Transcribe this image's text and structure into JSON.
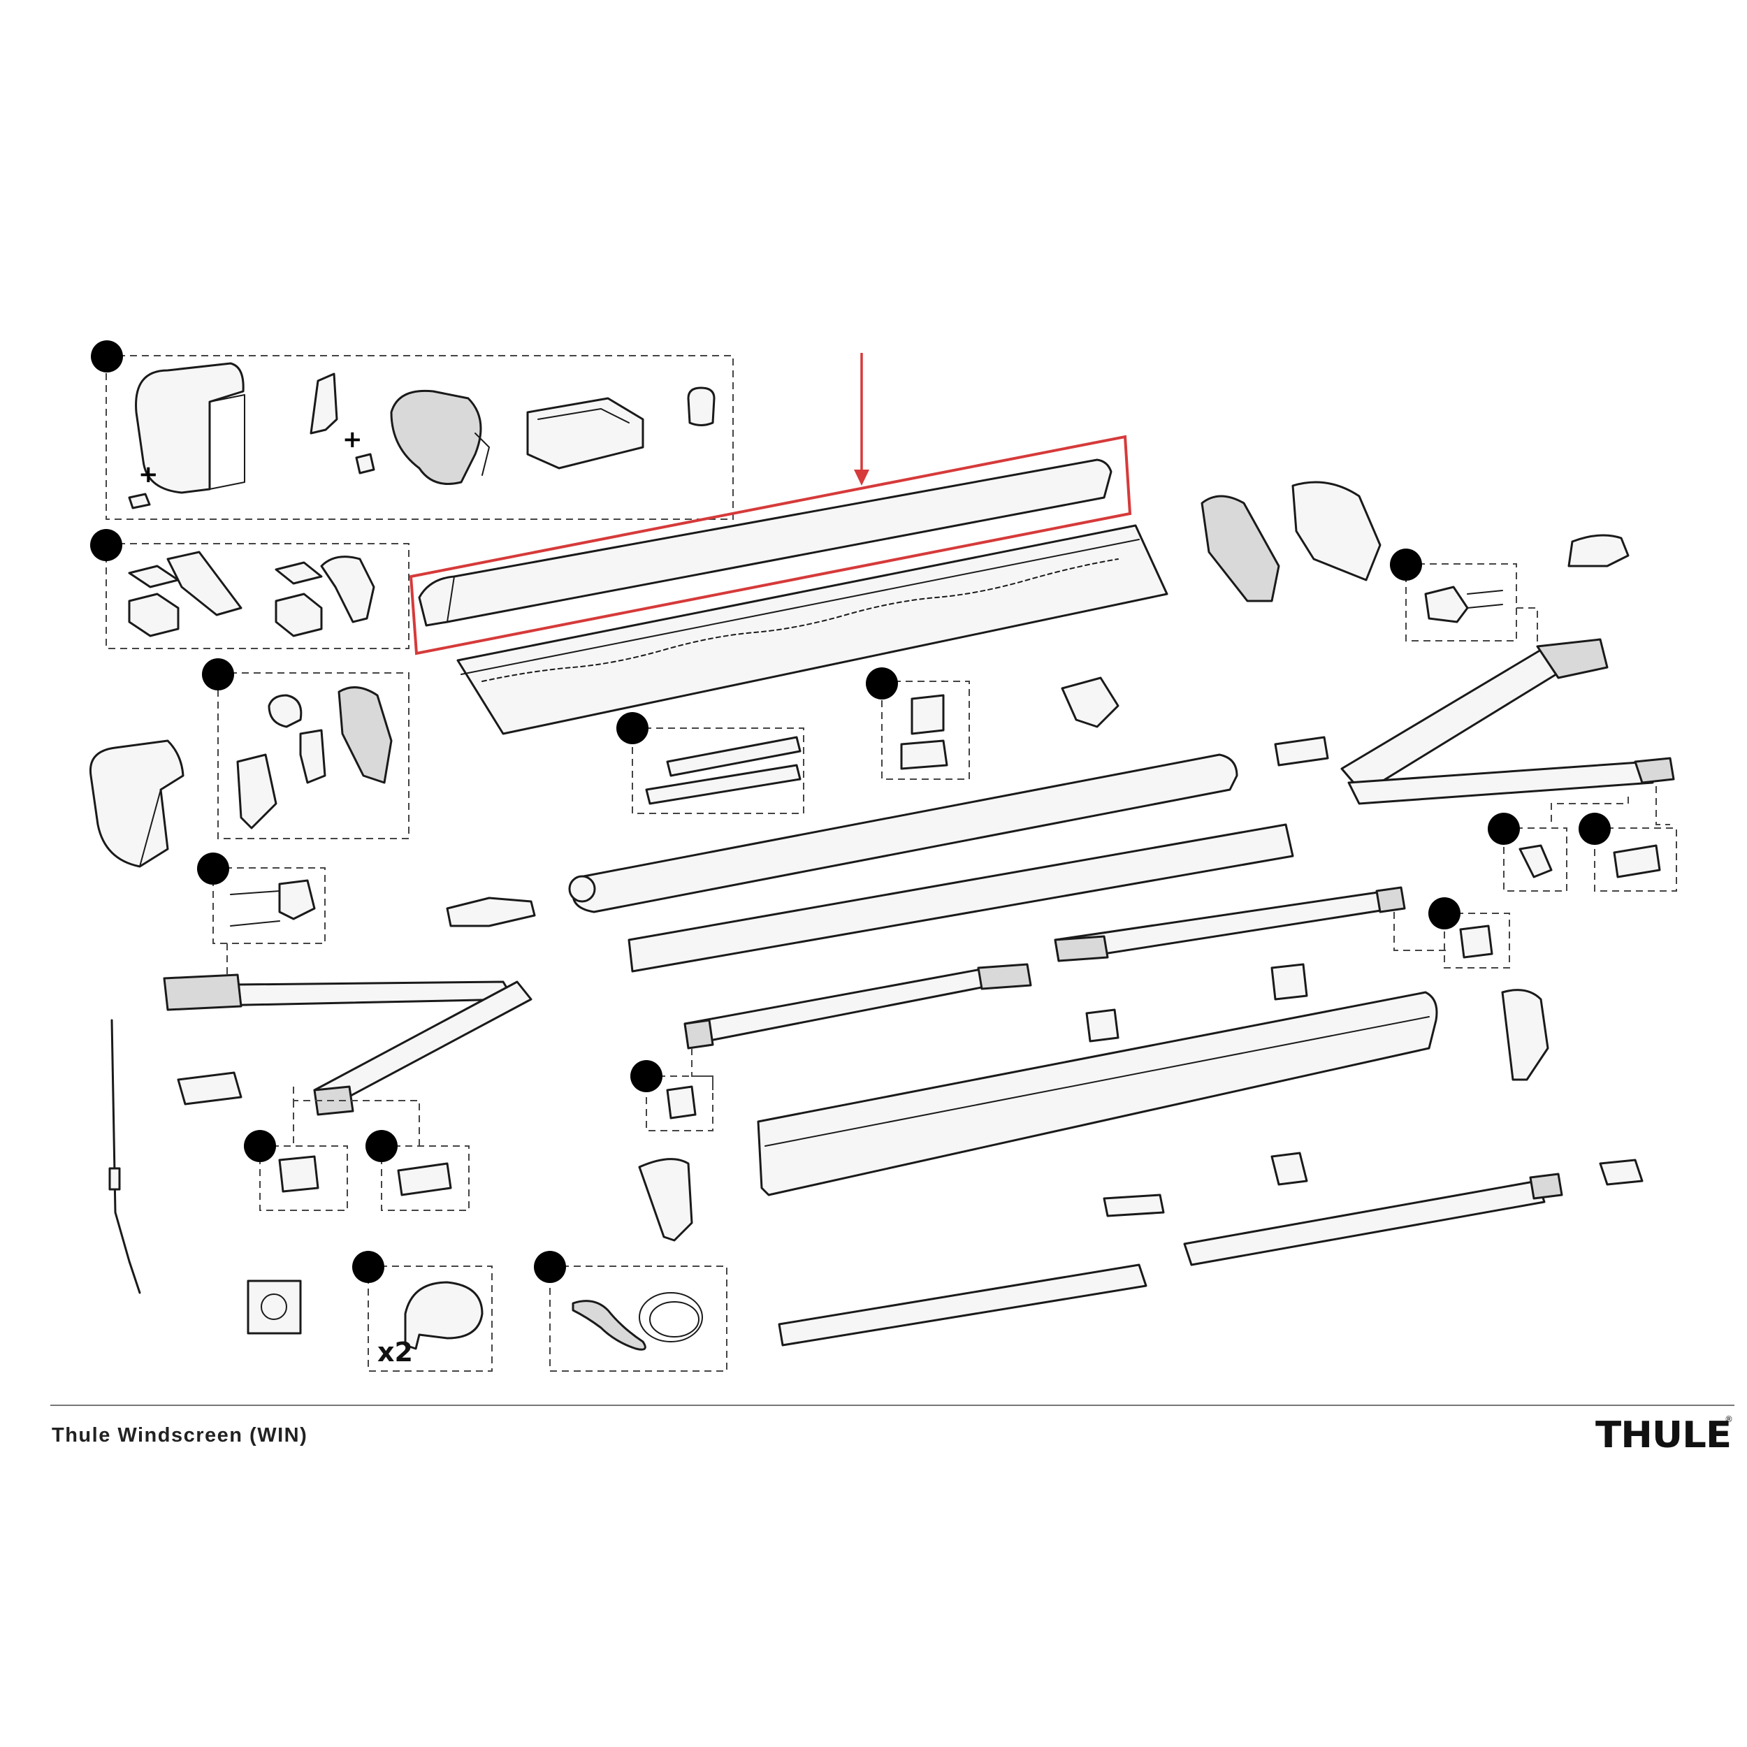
{
  "document": {
    "title": "Thule Windscreen (WIN)",
    "brand": "THULE",
    "brand_mark": "®"
  },
  "diagram": {
    "highlight_color": "#d63a3a",
    "callout_color": "#000000",
    "quantity_label": "x2"
  }
}
